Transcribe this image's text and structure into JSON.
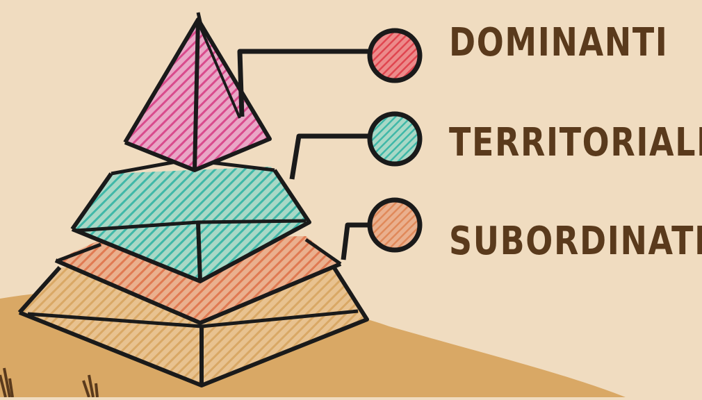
{
  "levels": [
    {
      "label": "DOMINANTI",
      "color": "#d94a8c",
      "dot_color": "#e0454f"
    },
    {
      "label": "TERRITORIALI",
      "color": "#3fb8a8",
      "dot_color": "#3fb8a8"
    },
    {
      "label": "SUBORDINATI",
      "color": "#e07a52",
      "dot_color": "#e0895a"
    }
  ],
  "colors": {
    "background": "#f0dcc0",
    "ground": "#d9a865",
    "text": "#5a3a1c",
    "outline": "#1a1a1a",
    "base_tier": "#d9a865"
  }
}
